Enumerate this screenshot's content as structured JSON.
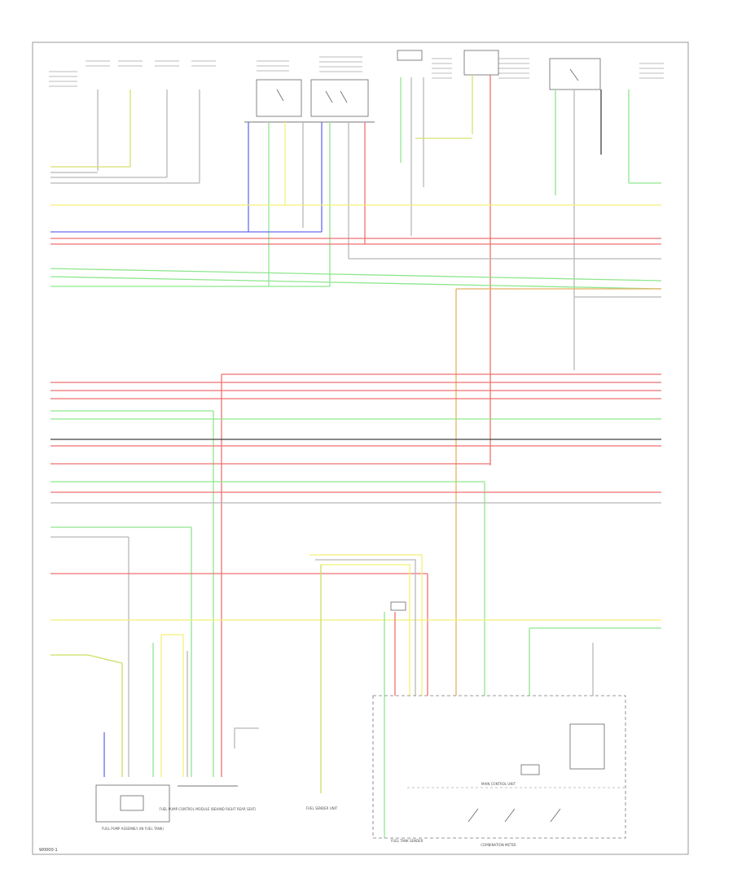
{
  "footer_code": "W0000-1",
  "components": {
    "fuel_pump_assembly": "FUEL PUMP ASSEMBLY (IN FUEL TANK)",
    "fuel_pump_relay_module": "FUEL PUMP CONTROL MODULE (BEHIND RIGHT REAR SEAT)",
    "combination_meter": "COMBINATION METER",
    "main_control_unit": "MAIN CONTROL UNIT",
    "fuel_sender_unit": "FUEL SENDER UNIT",
    "fuel_tank_sender": "FUEL TANK SENDER"
  },
  "colors": {
    "yellow": "#f4f078",
    "red": "#f07070",
    "green": "#8ee68e",
    "blue": "#6a6af0",
    "gray": "#b8b8b8",
    "black": "#404040",
    "orange": "#e8b060",
    "yellow_green": "#c8e060"
  }
}
